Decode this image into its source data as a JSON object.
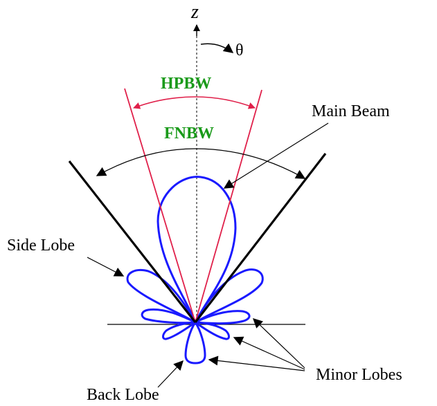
{
  "labels": {
    "axis": "z",
    "angle": "θ",
    "hpbw": "HPBW",
    "fnbw": "FNBW",
    "main_beam": "Main Beam",
    "side_lobe": "Side Lobe",
    "minor_lobes": "Minor Lobes",
    "back_lobe": "Back Lobe"
  },
  "colors": {
    "lobe": "#1a1aff",
    "hpbw_line": "#e0204a",
    "label_green": "#1a9a1a",
    "line": "#000000"
  }
}
